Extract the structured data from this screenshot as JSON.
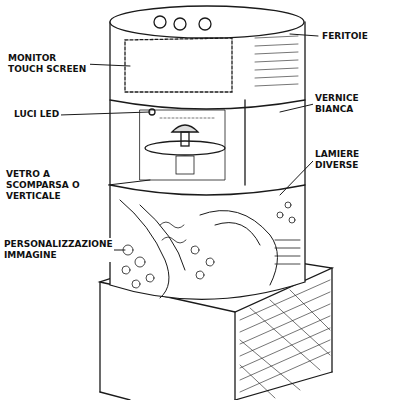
{
  "diagram": {
    "labels": [
      "MONITOR TOUCH SCREEN",
      "LUCI LED",
      "VETRO A SCOMPARSA O VERTICALE",
      "PERSONALIZZAZIONE IMMAGINE",
      "FERITOIE",
      "VERNICE BIANCA",
      "LAMIERE DIVERSE"
    ]
  }
}
